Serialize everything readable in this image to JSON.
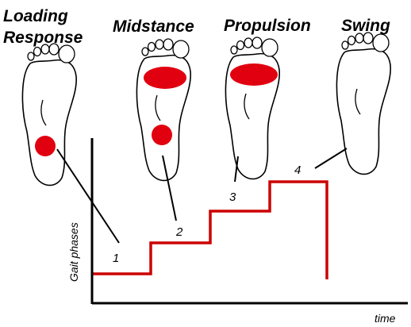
{
  "phases": [
    {
      "name": "Loading",
      "name_line2": "Response",
      "step": "1"
    },
    {
      "name": "Midstance",
      "step": "2"
    },
    {
      "name": "Propulsion",
      "step": "3"
    },
    {
      "name": "Swing",
      "step": "4"
    }
  ],
  "axis": {
    "y_label": "Gait phases",
    "x_label": "time"
  },
  "colors": {
    "pressure": "#e0000f",
    "step_line": "#cc0000",
    "axes": "#000000"
  },
  "step_levels": [
    1,
    2,
    3,
    4
  ]
}
